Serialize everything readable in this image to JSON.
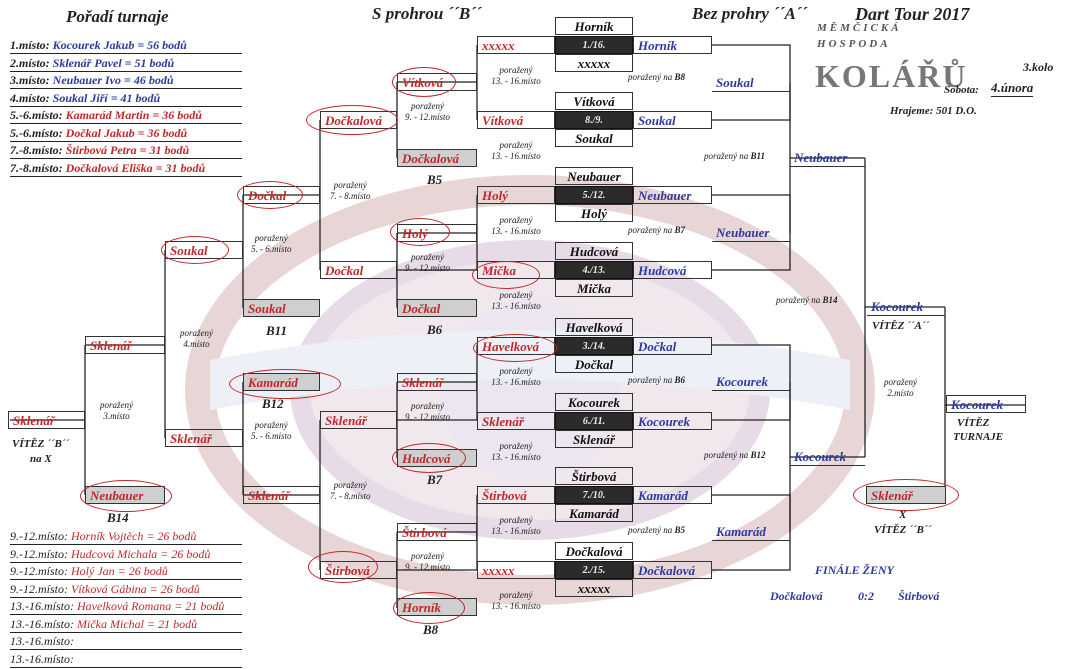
{
  "headings": {
    "standings": "Pořadí turnaje",
    "losers": "S prohrou ´´B´´",
    "winners": "Bez prohry ´´A´´",
    "tour": "Dart Tour 2017"
  },
  "event": {
    "round": "3.kolo",
    "date_label": "Sobota:",
    "date": "4.února",
    "game": "Hrajeme: 501 D.O.",
    "logo_lines": [
      "MĚMČICKÁ",
      "HOSPODA",
      "KOLÁŘŮ"
    ]
  },
  "standings_top": [
    {
      "place": "1.místo:",
      "text": "Kocourek Jakub = 56 bodů",
      "color": "blue"
    },
    {
      "place": "2.místo:",
      "text": "Sklenář Pavel = 51 bodů",
      "color": "blue"
    },
    {
      "place": "3.místo:",
      "text": "Neubauer Ivo = 46 bodů",
      "color": "blue"
    },
    {
      "place": "4.místo:",
      "text": "Soukal Jiří = 41 bodů",
      "color": "blue"
    },
    {
      "place": "5.-6.místo:",
      "text": "Kamarád Martin = 36 bodů",
      "color": "red"
    },
    {
      "place": "5.-6.místo:",
      "text": "Dočkal Jakub = 36 bodů",
      "color": "red"
    },
    {
      "place": "7.-8.místo:",
      "text": "Štirbová Petra = 31 bodů",
      "color": "red"
    },
    {
      "place": "7.-8.místo:",
      "text": "Dočkalová Eliška = 31 bodů",
      "color": "red"
    }
  ],
  "standings_bottom": [
    {
      "place": "9.-12.místo:",
      "text": "Horník Vojtěch = 26 bodů",
      "color": "red"
    },
    {
      "place": "9.-12.místo:",
      "text": "Hudcová Michala = 26 bodů",
      "color": "red"
    },
    {
      "place": "9.-12.místo:",
      "text": "Holý Jan = 26 bodů",
      "color": "red"
    },
    {
      "place": "9.-12.místo:",
      "text": "Vítková Gábina = 26 bodů",
      "color": "red"
    },
    {
      "place": "13.-16.místo:",
      "text": "Havelková Romana = 21 bodů",
      "color": "red"
    },
    {
      "place": "13.-16.místo:",
      "text": "Mička Michal = 21 bodů",
      "color": "red"
    },
    {
      "place": "13.-16.místo:",
      "text": "",
      "color": "black"
    },
    {
      "place": "13.-16.místo:",
      "text": "",
      "color": "black"
    }
  ],
  "first_round": [
    {
      "seed": "1./16.",
      "top": "Horník",
      "bottom": "xxxxx",
      "left": "xxxxx",
      "right": "Horník"
    },
    {
      "seed": "8./9.",
      "top": "Vítková",
      "bottom": "Soukal",
      "left": "Vítková",
      "right": "Soukal"
    },
    {
      "seed": "5./12.",
      "top": "Neubauer",
      "bottom": "Holý",
      "left": "Holý",
      "right": "Neubauer"
    },
    {
      "seed": "4./13.",
      "top": "Hudcová",
      "bottom": "Mička",
      "left": "Mička",
      "right": "Hudcová"
    },
    {
      "seed": "3./14.",
      "top": "Havelková",
      "bottom": "Dočkal",
      "left": "Havelková",
      "right": "Dočkal"
    },
    {
      "seed": "6./11.",
      "top": "Kocourek",
      "bottom": "Sklenář",
      "left": "Sklenář",
      "right": "Kocourek"
    },
    {
      "seed": "7./10.",
      "top": "Štirbová",
      "bottom": "Kamarád",
      "left": "Štirbová",
      "right": "Kamarád"
    },
    {
      "seed": "2./15.",
      "top": "Dočkalová",
      "bottom": "xxxxx",
      "left": "xxxxx",
      "right": "Dočkalová"
    }
  ],
  "winners_bracket": {
    "r2": [
      "Soukal",
      "Neubauer",
      "Kocourek",
      "Kamarád"
    ],
    "r3": [
      "Neubauer",
      "Kocourek"
    ],
    "final_a": "Kocourek",
    "vitez_a": "VÍTĚZ ´´A´´",
    "champion": "Kocourek",
    "champion_label": [
      "VÍTĚZ",
      "TURNAJE"
    ],
    "final_b_player": "Sklenář",
    "final_b_x": "X",
    "final_b_label": "VÍTĚZ ´´B´´"
  },
  "losers_bracket": {
    "r1_top": [
      "Vítková",
      "Holý",
      "Sklenář",
      "Štirbová"
    ],
    "r1_bottom": [
      "Dočkalová",
      "Dočkal",
      "Hudcová",
      "Horník"
    ],
    "r2_left": [
      "Dočkalová",
      "Dočkal",
      "Sklenář",
      "Štirbová"
    ],
    "r3_top": [
      "Dočkal",
      "Soukal",
      "Kamarád",
      "Sklenář"
    ],
    "r4": [
      "Soukal",
      "Sklenář"
    ],
    "r5_top": "Sklenář",
    "r5_bottom": "Neubauer",
    "final": "Sklenář",
    "final_label": "VÍTĚZ ´´B´´",
    "final_sub": "na X",
    "box_labels": {
      "b5": "B5",
      "b6": "B6",
      "b7": "B7",
      "b8": "B8",
      "b11": "B11",
      "b12": "B12",
      "b14": "B14"
    }
  },
  "loser_notes": {
    "r1": "poražený\n13. - 16.místo",
    "r2": "poražený\n9. - 12.místo",
    "r3": "poražený\n7. - 8.místo",
    "r4": "poražený\n5. - 6.místo",
    "r5": "poražený\n4.místo",
    "r6": "poražený\n3.místo",
    "final_a": "poražený\n2.místo",
    "to_b8": "poražený na",
    "b8": "B8",
    "to_b7": "poražený na",
    "b7": "B7",
    "to_b6": "poražený na",
    "b6": "B6",
    "to_b5": "poražený na",
    "b5": "B5",
    "to_b11": "poražený na",
    "b11": "B11",
    "to_b12": "poražený na",
    "b12": "B12",
    "to_b14": "poražený na",
    "b14": "B14"
  },
  "women_final": {
    "title": "FINÁLE ŽENY",
    "player1": "Dočkalová",
    "score": "0:2",
    "player2": "Štirbová"
  },
  "colors": {
    "red": "#c0282a",
    "blue": "#2e3a9e",
    "dark": "#2b2b2b",
    "grey": "#cfcfcf"
  }
}
